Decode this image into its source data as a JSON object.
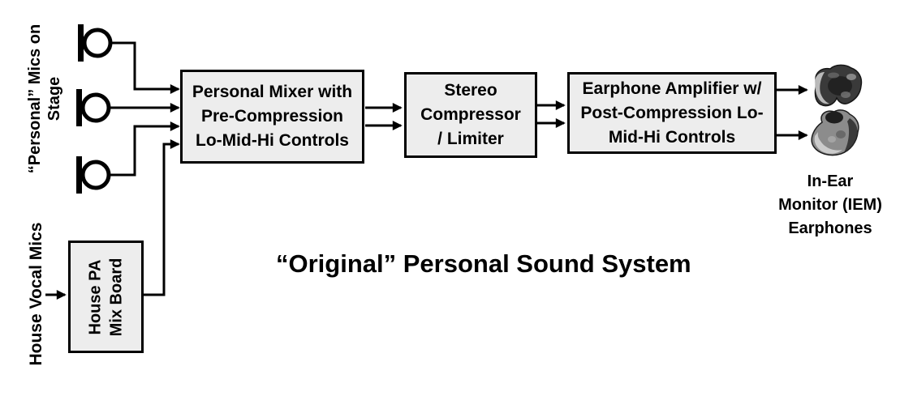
{
  "title": "“Original” Personal Sound System",
  "labels": {
    "stage_mics": {
      "line1": "“Personal” Mics",
      "line2": "on Stage"
    },
    "house_vocal_mics": "House Vocal Mics",
    "iem": {
      "line1": "In-Ear",
      "line2": "Monitor (IEM)",
      "line3": "Earphones"
    }
  },
  "nodes": {
    "mixer": {
      "lines": [
        "Personal Mixer with",
        "Pre-Compression",
        "Lo-Mid-Hi Controls"
      ]
    },
    "compressor": {
      "lines": [
        "Stereo",
        "Compressor",
        "/ Limiter"
      ]
    },
    "amplifier": {
      "lines": [
        "Earphone Amplifier w/",
        "Post-Compression Lo-",
        "Mid-Hi Controls"
      ]
    },
    "mix_board": {
      "lines": [
        "House PA",
        "Mix Board"
      ]
    }
  },
  "icons": {
    "mic_count": 3,
    "mic_icon": "microphone-symbol",
    "earphone_left": "custom-molded-iem-earpiece",
    "earphone_right": "custom-molded-iem-earpiece"
  },
  "colors": {
    "box_fill": "#ededed",
    "box_border": "#000000",
    "connector": "#000000",
    "text": "#000000",
    "background": "#ffffff"
  }
}
